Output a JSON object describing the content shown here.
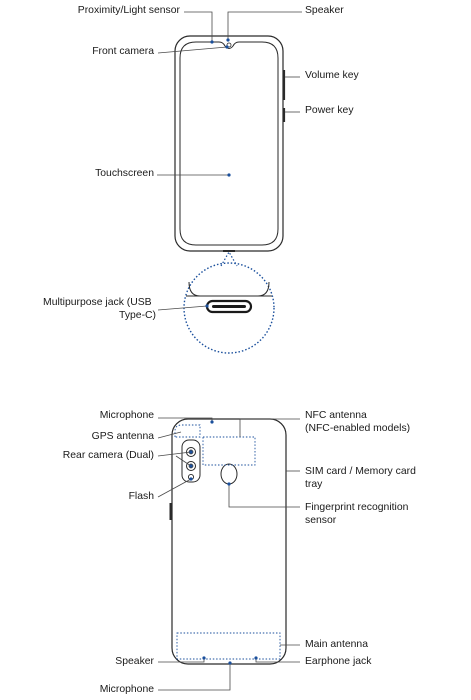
{
  "front_view": {
    "labels": {
      "proximity_light_sensor": "Proximity/Light sensor",
      "speaker": "Speaker",
      "front_camera": "Front camera",
      "volume_key": "Volume key",
      "power_key": "Power key",
      "touchscreen": "Touchscreen",
      "multipurpose_jack_line1": "Multipurpose jack (USB",
      "multipurpose_jack_line2": "Type-C)"
    }
  },
  "back_view": {
    "labels": {
      "microphone_top": "Microphone",
      "gps_antenna": "GPS antenna",
      "rear_camera": "Rear camera (Dual)",
      "flash": "Flash",
      "nfc_antenna_line1": "NFC antenna",
      "nfc_antenna_line2": "(NFC-enabled models)",
      "sim_card_line1": "SIM card / Memory card",
      "sim_card_line2": "tray",
      "fingerprint_line1": "Fingerprint recognition",
      "fingerprint_line2": "sensor",
      "main_antenna": "Main antenna",
      "speaker_bottom": "Speaker",
      "earphone_jack": "Earphone jack",
      "microphone_bottom": "Microphone"
    }
  },
  "colors": {
    "line": "#2a2a2a",
    "leader": "#4a4a4a",
    "dot": "#1a4f9c",
    "dotted": "#1a4f9c",
    "text": "#1a1a1a"
  }
}
